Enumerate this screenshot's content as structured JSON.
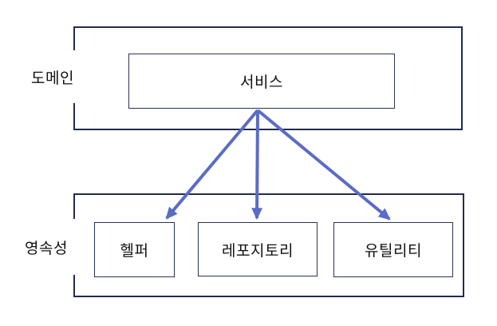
{
  "diagram": {
    "title": "layered-architecture-diagram",
    "colors": {
      "background": "#ffffff",
      "container_border": "#232b4d",
      "node_border": "#2a3356",
      "arrow": "#5b6cc5",
      "text": "#111111",
      "label_background": "#ffffff"
    },
    "layers": [
      {
        "id": "domain",
        "label": "도메인",
        "nodes": [
          {
            "id": "service",
            "label": "서비스"
          }
        ]
      },
      {
        "id": "persistence",
        "label": "영속성",
        "nodes": [
          {
            "id": "helper",
            "label": "헬퍼"
          },
          {
            "id": "repository",
            "label": "레포지토리"
          },
          {
            "id": "utility",
            "label": "유틸리티"
          }
        ]
      }
    ],
    "arrows": [
      {
        "from": "서비스",
        "to": "헬퍼"
      },
      {
        "from": "서비스",
        "to": "레포지토리"
      },
      {
        "from": "서비스",
        "to": "유틸리티"
      }
    ]
  }
}
